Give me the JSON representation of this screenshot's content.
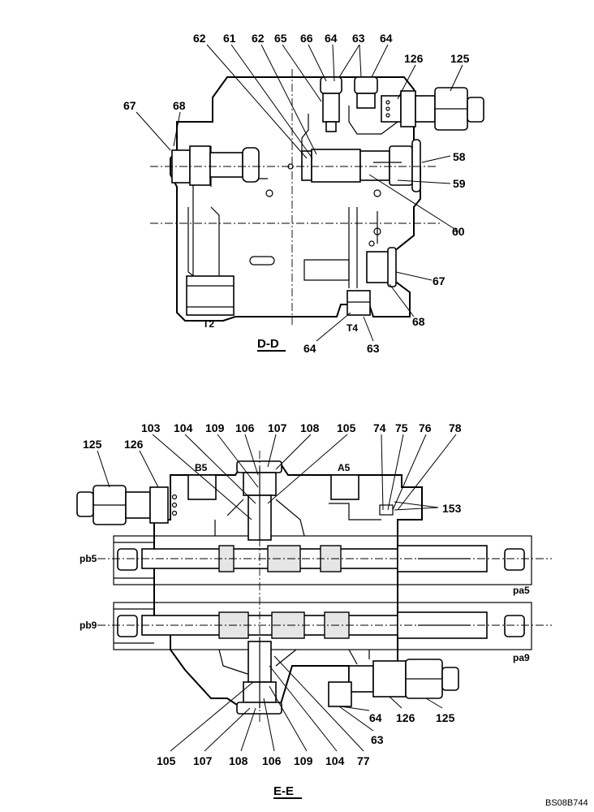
{
  "sections": {
    "dd": {
      "title": "D-D",
      "ports": [
        "T2",
        "T4"
      ],
      "callouts": [
        "62",
        "61",
        "62",
        "65",
        "66",
        "64",
        "63",
        "64",
        "126",
        "125",
        "67",
        "68",
        "58",
        "59",
        "60",
        "67",
        "68",
        "64",
        "63"
      ]
    },
    "ee": {
      "title": "E-E",
      "ports": [
        "B5",
        "A5",
        "pb5",
        "pa5",
        "pb9",
        "pa9"
      ],
      "callouts_top": [
        "103",
        "104",
        "109",
        "106",
        "107",
        "108",
        "105",
        "74",
        "75",
        "76",
        "78",
        "125",
        "126",
        "153"
      ],
      "callouts_bottom": [
        "105",
        "107",
        "108",
        "106",
        "109",
        "104",
        "77",
        "64",
        "126",
        "125",
        "63"
      ]
    }
  },
  "drawing_code": "BS08B744"
}
